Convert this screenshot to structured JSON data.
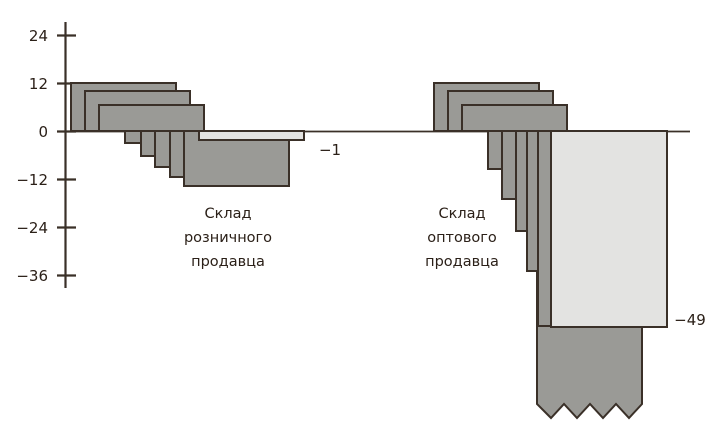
{
  "chart_data": {
    "type": "bar",
    "title": "",
    "subtitle": "",
    "xlabel": "",
    "ylabel": "",
    "ylim": [
      -36,
      24
    ],
    "grid": false,
    "legend": null,
    "axis": {
      "ticks": [
        24,
        12,
        0,
        -12,
        -24,
        -36
      ],
      "tick_labels": [
        "24",
        "12",
        "0",
        "−12",
        "−24",
        "−36"
      ],
      "zero_line": 0
    },
    "style": {
      "bar_fill": "#9a9a96",
      "bar_stroke": "#3a3028",
      "result_fill": "#e3e3e1",
      "background": "#ffffff",
      "text": "#2b2018"
    },
    "groups": [
      {
        "name": "retailer-warehouse",
        "label_lines": [
          "Склад",
          "розничного",
          "продавца"
        ],
        "result_value": -1,
        "result_label": "−1",
        "truncated": false,
        "steps": [
          {
            "start": 0,
            "end": 12
          },
          {
            "start": 0,
            "end": 11
          },
          {
            "start": 0,
            "end": 9
          },
          {
            "start": 9,
            "end": -2
          },
          {
            "start": -2,
            "end": -5
          },
          {
            "start": -5,
            "end": -8
          },
          {
            "start": -8,
            "end": -11
          },
          {
            "start": -11,
            "end": -12
          },
          {
            "start": -12,
            "end": -1
          }
        ]
      },
      {
        "name": "wholesaler-warehouse",
        "label_lines": [
          "Склад",
          "оптового",
          "продавца"
        ],
        "result_value": -49,
        "result_label": "−49",
        "truncated": true,
        "steps": [
          {
            "start": 0,
            "end": 12
          },
          {
            "start": 0,
            "end": 11
          },
          {
            "start": 0,
            "end": 9
          },
          {
            "start": 0,
            "end": -9
          },
          {
            "start": 0,
            "end": -16
          },
          {
            "start": 0,
            "end": -24
          },
          {
            "start": 0,
            "end": -33
          },
          {
            "start": 0,
            "end": -44
          },
          {
            "start": 0,
            "end": -60
          }
        ]
      }
    ]
  }
}
